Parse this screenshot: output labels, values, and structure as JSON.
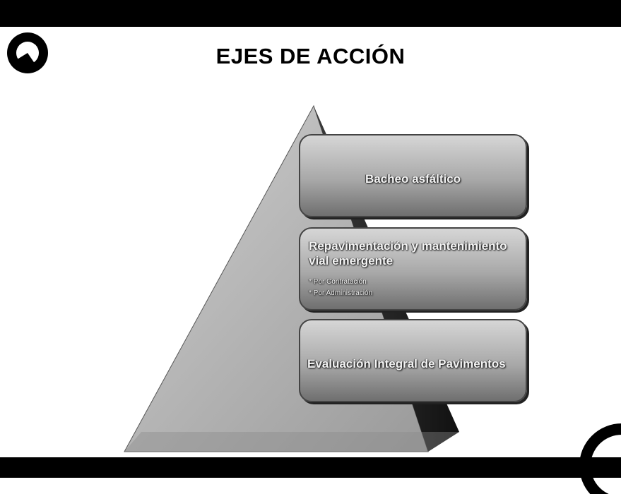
{
  "slide": {
    "title": "EJES DE ACCIÓN",
    "tiers": [
      {
        "label": "Bacheo asfáltico",
        "subitems": []
      },
      {
        "label": "Repavimentación y mantenimiento vial emergente",
        "subitems": [
          "* Por Contratación",
          "* Por Administración"
        ]
      },
      {
        "label": "Evaluación Integral de Pavimentos",
        "subitems": []
      }
    ]
  },
  "colors": {
    "bars": "#000000",
    "background": "#ffffff",
    "tier_fill": "#a8a8a8",
    "pyramid_fill": "#b0b0b0"
  }
}
